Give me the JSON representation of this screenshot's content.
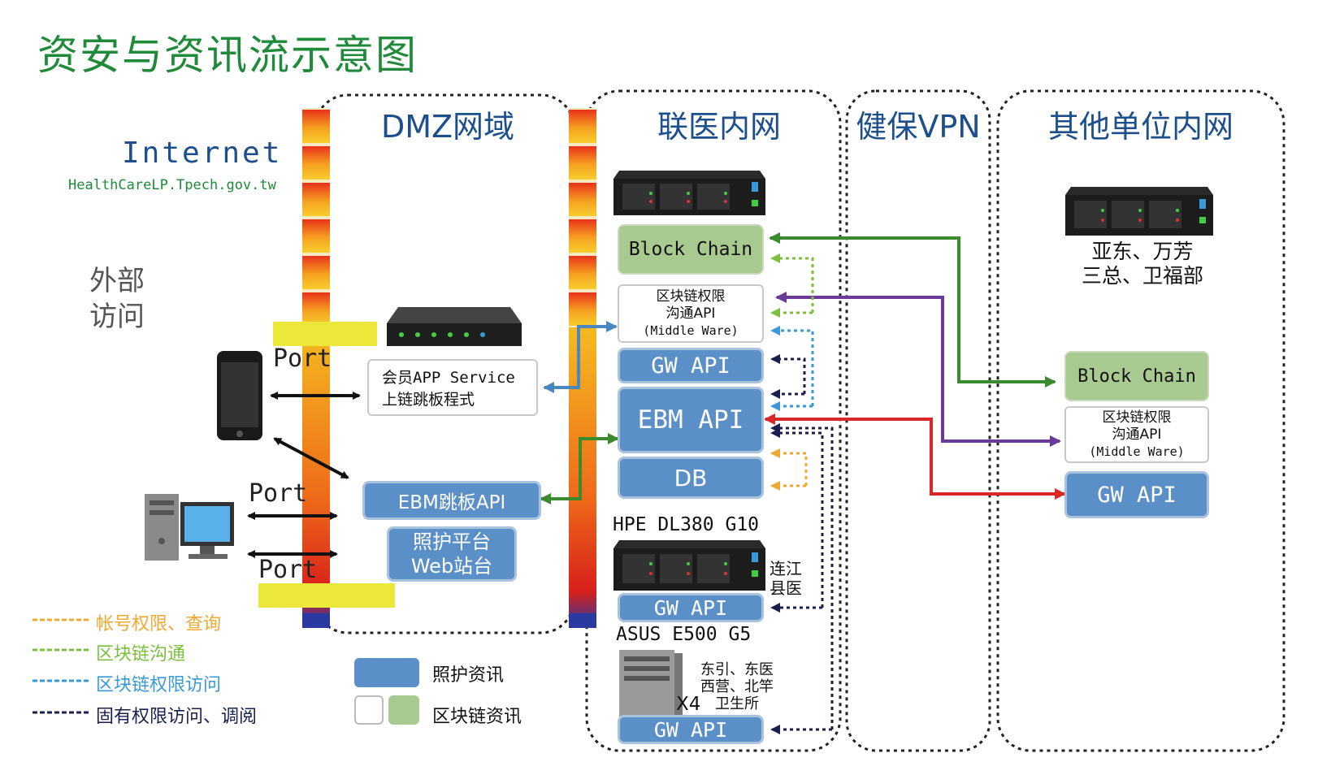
{
  "title": "资安与资讯流示意图",
  "internet": {
    "label": "Internet",
    "url": "HealthCareLP.Tpech.gov.tw"
  },
  "external_access": [
    "外部",
    "访问"
  ],
  "zones": {
    "dmz": "DMZ网域",
    "intranet": "联医内网",
    "vpn": "健保VPN",
    "other": "其他单位内网"
  },
  "ports": {
    "port1": "Port",
    "port2": "Port",
    "port3": "Port"
  },
  "dmz_boxes": {
    "app_service_line1": "会员APP Service",
    "app_service_line2": "上链跳板程式",
    "ebm_proxy": "EBM跳板API",
    "care_web_line1": "照护平台",
    "care_web_line2": "Web站台"
  },
  "intranet_boxes": {
    "block_chain": "Block Chain",
    "middleware_line1": "区块链权限",
    "middleware_line2": "沟通API",
    "middleware_line3": "(Middle Ware)",
    "gw_api": "GW API",
    "ebm_api": "EBM API",
    "db": "DB"
  },
  "servers": {
    "hpe_label": "HPE DL380 G10",
    "hpe_gw": "GW API",
    "lianjiang": [
      "连江",
      "县医"
    ],
    "asus_label": "ASUS E500 G5",
    "asus_count": "X4",
    "asus_sites": [
      "东引、东医",
      "西营、北竿",
      "卫生所"
    ],
    "asus_gw": "GW API"
  },
  "other_units": {
    "sites": [
      "亚东、万芳",
      "三总、卫福部"
    ],
    "block_chain": "Block Chain",
    "middleware_line1": "区块链权限",
    "middleware_line2": "沟通API",
    "middleware_line3": "(Middle Ware)",
    "gw_api": "GW API"
  },
  "legend": {
    "lines": [
      {
        "label": "帐号权限、查询",
        "color": "#f0a830"
      },
      {
        "label": "区块链沟通",
        "color": "#7cbf3c"
      },
      {
        "label": "区块链权限访问",
        "color": "#3a9ad9"
      },
      {
        "label": "固有权限访问、调阅",
        "color": "#1a1f4d"
      }
    ],
    "boxes": [
      {
        "label": "照护资讯",
        "color": "#5b8fc7"
      },
      {
        "label": "区块链资讯",
        "color": "#a8c98f"
      }
    ]
  },
  "colors": {
    "title_green": "#1f8a3a",
    "zone_blue": "#1d4f8c",
    "arrow_green": "#3a8a2e",
    "arrow_purple": "#6a3a9a",
    "arrow_red": "#d82828",
    "arrow_steel": "#4a86c0",
    "firewall_yellow": "#ece83a"
  }
}
